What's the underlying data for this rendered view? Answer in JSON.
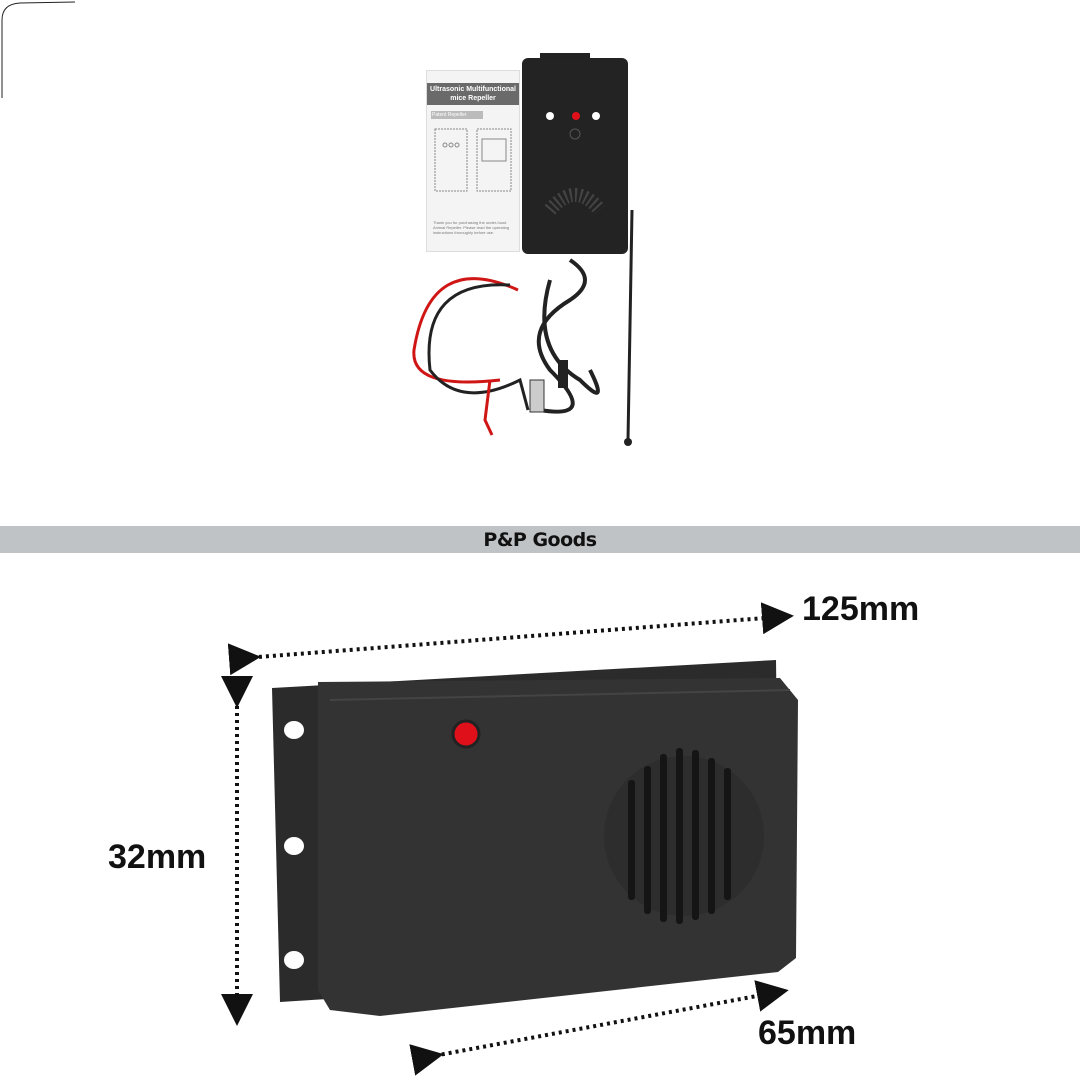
{
  "banner": {
    "label": "P&P Goods"
  },
  "manual": {
    "title_line1": "Ultrasonic Multifunctional",
    "title_line2": "mice Repeller",
    "subtitle": "Patent Repeller",
    "note": "Thank you for purchasing the under-hood Animal Repeller. Please read the operating instructions thoroughly before use."
  },
  "dimensions": {
    "length": "125mm",
    "height": "32mm",
    "width": "65mm"
  },
  "colors": {
    "banner": "#c0c3c5",
    "device": "#2a2a2a",
    "led": "#e0101a"
  }
}
